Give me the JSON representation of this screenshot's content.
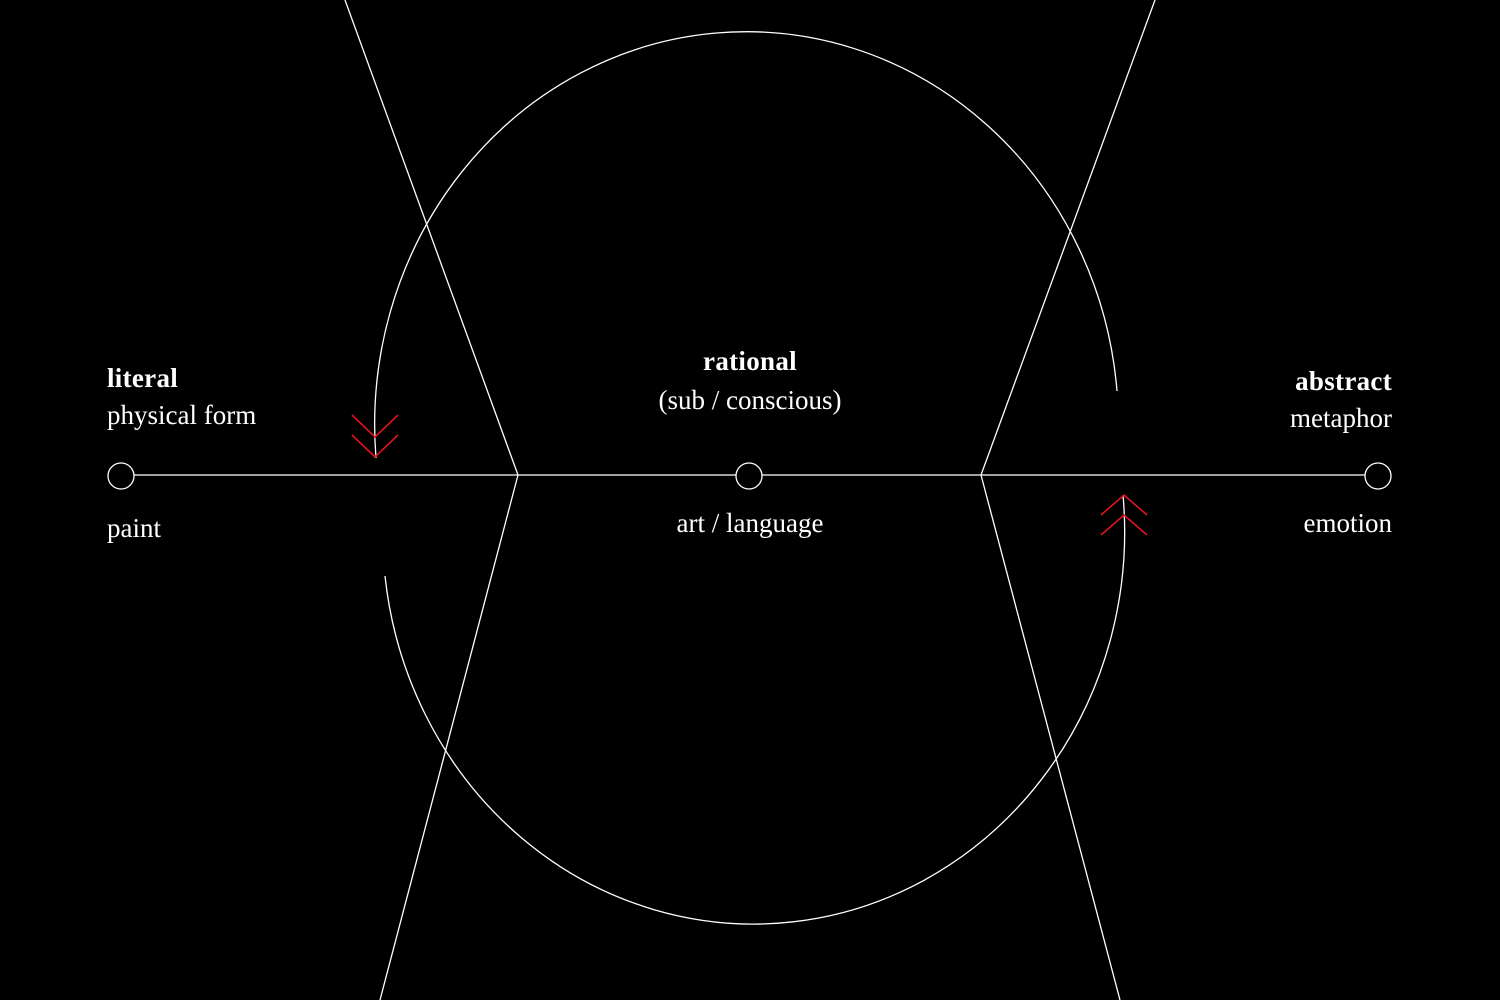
{
  "colors": {
    "background": "#000000",
    "line": "#ffffff",
    "arrow": "#e0141e",
    "text": "#ffffff"
  },
  "nodes": {
    "left": {
      "title": "literal",
      "subtitle": "physical form",
      "below": "paint"
    },
    "center": {
      "title": "rational",
      "subtitle": "(sub / conscious)",
      "below": "art / language"
    },
    "right": {
      "title": "abstract",
      "subtitle": "metaphor",
      "below": "emotion"
    }
  },
  "arrows": {
    "left": "double-chevron-down",
    "right": "double-chevron-up"
  }
}
